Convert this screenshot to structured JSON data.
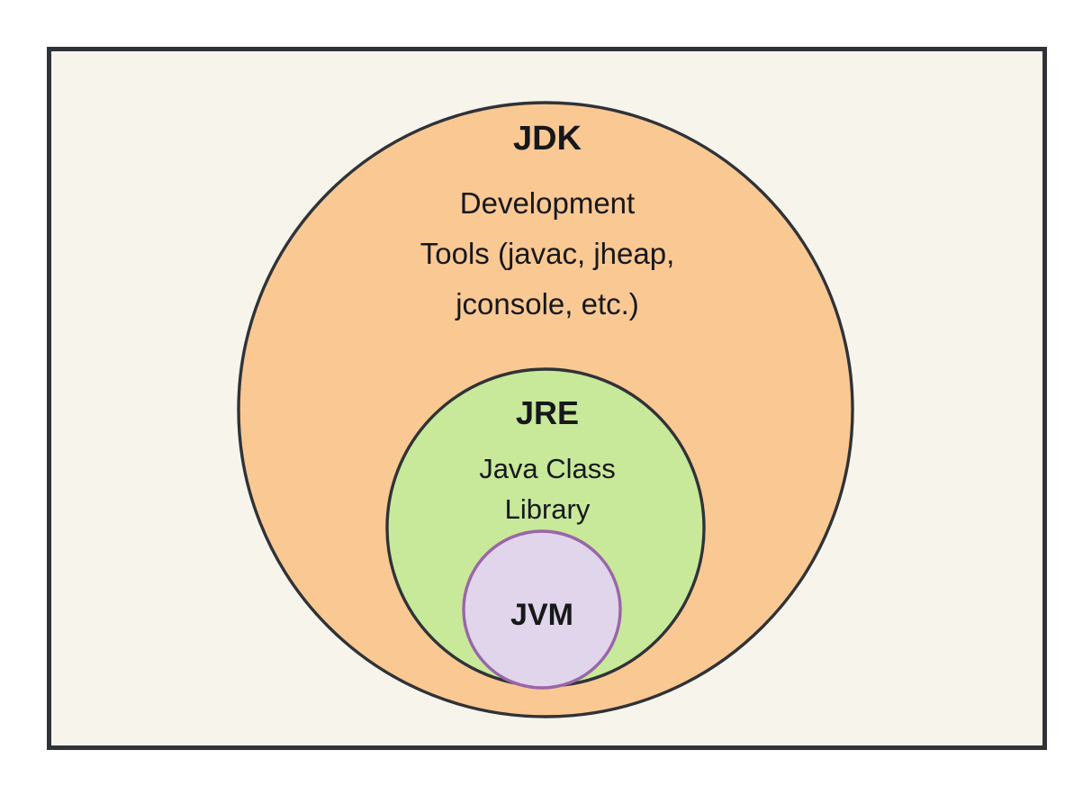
{
  "diagram": {
    "title": "JDK JRE JVM containment diagram",
    "type": "nested-venn",
    "frame": {
      "name": "outer-frame",
      "fill_color": "#f7f4ec",
      "border_color": "#2f3337"
    },
    "regions": [
      {
        "id": "jdk",
        "heading": "JDK",
        "lines": [
          "Development",
          "Tools (javac, jheap,",
          "jconsole, etc.)"
        ],
        "fill_color": "#fac893",
        "stroke_color": "#2f3337"
      },
      {
        "id": "jre",
        "heading": "JRE",
        "lines": [
          "Java Class",
          "Library"
        ],
        "fill_color": "#c8e89a",
        "stroke_color": "#2f3337"
      },
      {
        "id": "jvm",
        "heading": "JVM",
        "lines": [],
        "fill_color": "#e0d5ea",
        "stroke_color": "#9a66a8"
      }
    ]
  }
}
